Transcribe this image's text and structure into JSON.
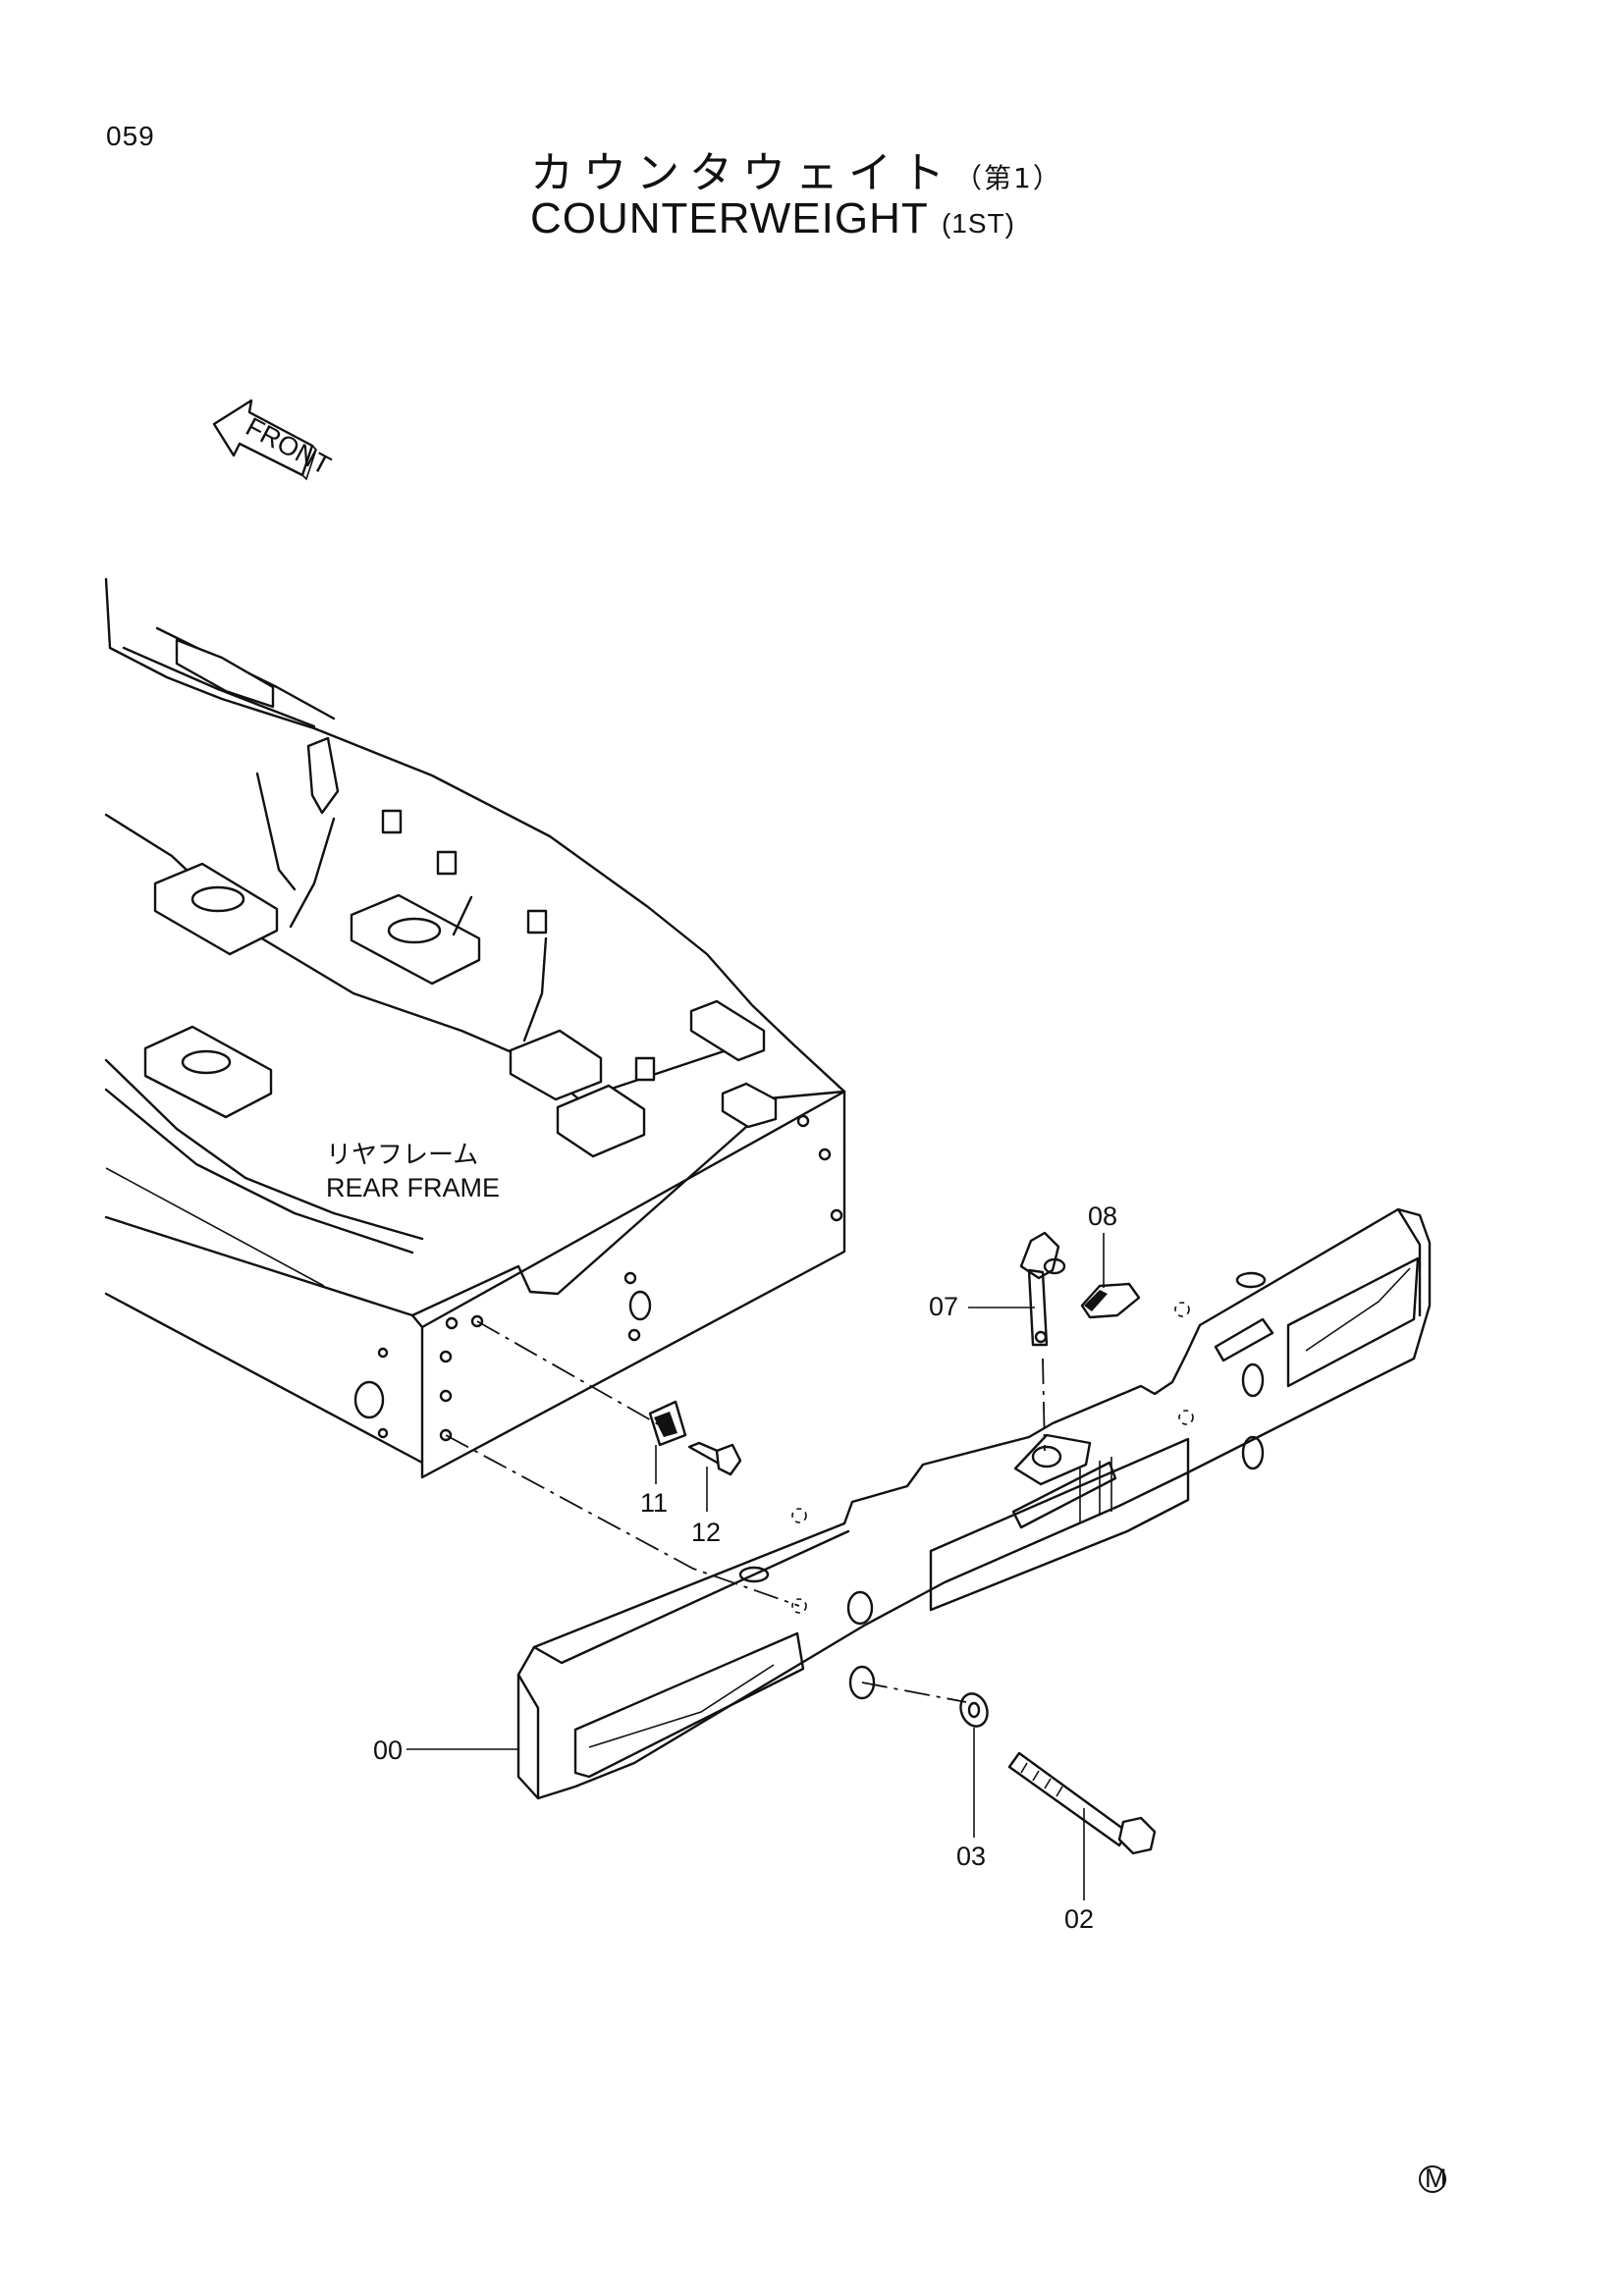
{
  "page_number": "059",
  "title": {
    "japanese": "カウンタウェイト",
    "japanese_suffix": "（第1）",
    "english": "COUNTERWEIGHT",
    "english_suffix": "(1ST)"
  },
  "front_arrow_label": "FRONT",
  "rear_frame": {
    "label_jp": "リヤフレーム",
    "label_en": "REAR FRAME"
  },
  "callouts": {
    "counterweight": "00",
    "bolt": "02",
    "washer": "03",
    "pin": "07",
    "clip": "08",
    "bracket": "11",
    "bracket_bolt": "12"
  },
  "footer_mark": "M"
}
